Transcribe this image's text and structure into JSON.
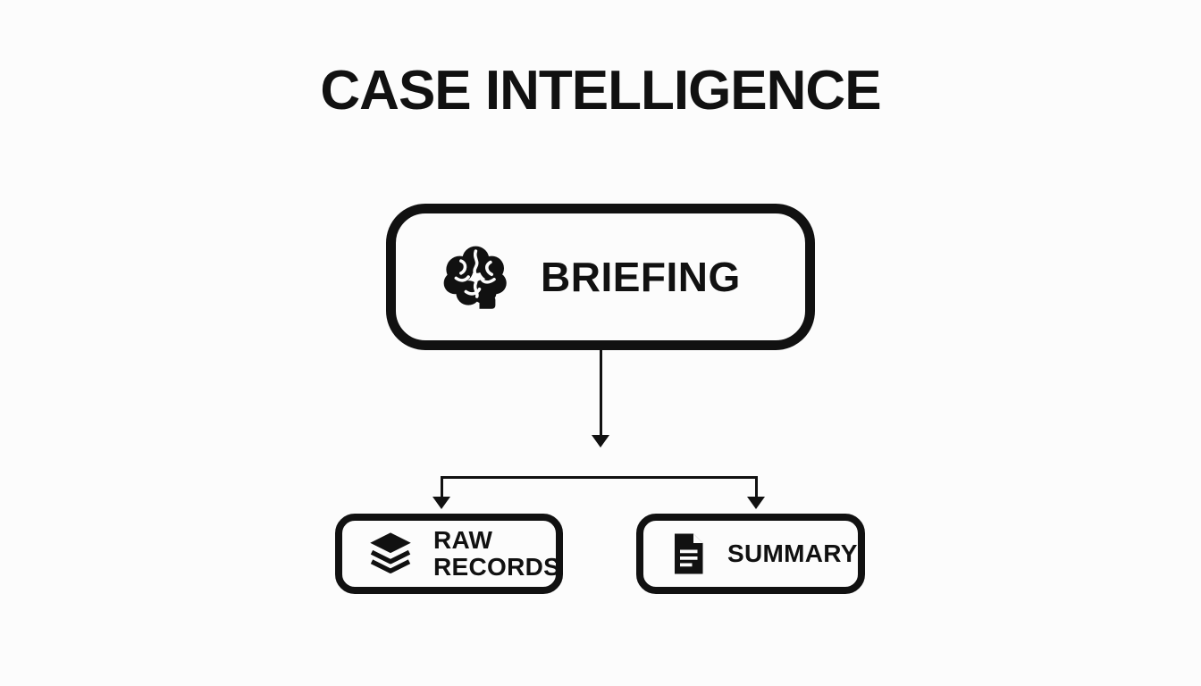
{
  "title": "CASE INTELLIGENCE",
  "diagram": {
    "root": {
      "label": "BRIEFING",
      "icon": "brain-icon"
    },
    "children": [
      {
        "label": "RAW RECORDS",
        "icon": "layers-icon"
      },
      {
        "label": "SUMMARY",
        "icon": "document-icon"
      }
    ]
  },
  "colors": {
    "ink": "#111111",
    "background": "#fcfcfc"
  }
}
